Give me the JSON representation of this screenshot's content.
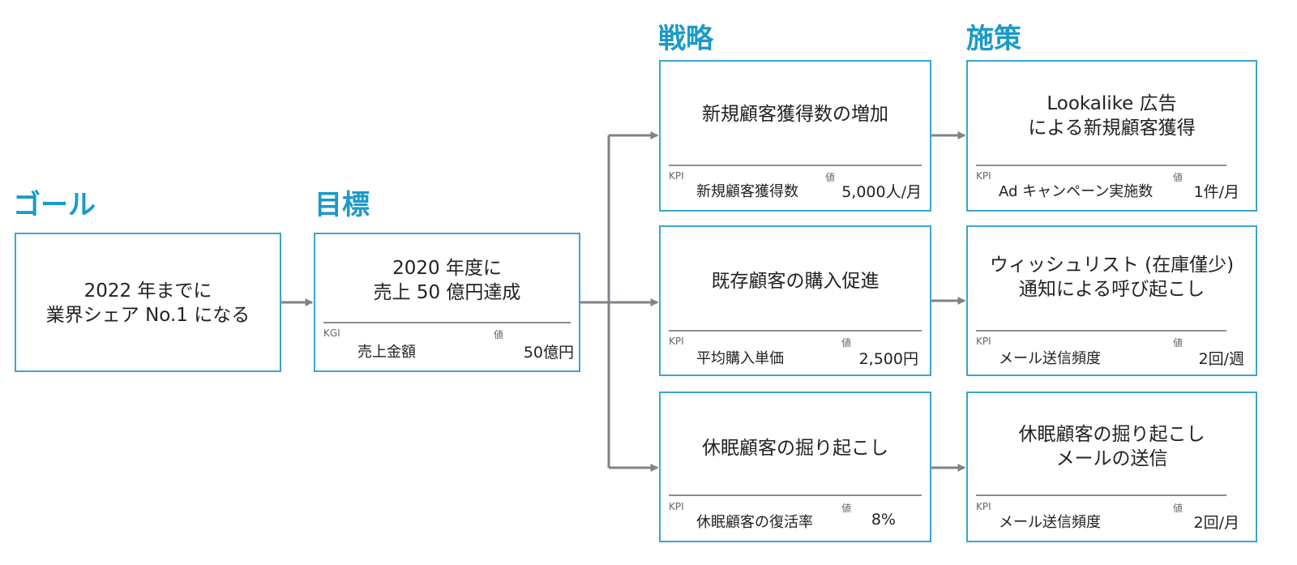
{
  "headings": {
    "goal": "ゴール",
    "target": "目標",
    "strategy": "戦略",
    "tactics": "施策"
  },
  "goal_box": {
    "lines": [
      "2022 年までに",
      "業界シェア No.1 になる"
    ]
  },
  "target_box": {
    "lines": [
      "2020 年度に",
      "売上 50 億円達成"
    ],
    "metric_tag": "KGI",
    "metric_name": "売上金額",
    "value_tag": "値",
    "value": "50億円"
  },
  "strategies": [
    {
      "lines": [
        "新規顧客獲得数の増加"
      ],
      "metric_tag": "KPI",
      "metric_name": "新規顧客獲得数",
      "value_tag": "値",
      "value": "5,000人/月"
    },
    {
      "lines": [
        "既存顧客の購入促進"
      ],
      "metric_tag": "KPI",
      "metric_name": "平均購入単価",
      "value_tag": "値",
      "value": "2,500円"
    },
    {
      "lines": [
        "休眠顧客の掘り起こし"
      ],
      "metric_tag": "KPI",
      "metric_name": "休眠顧客の復活率",
      "value_tag": "値",
      "value": "8%"
    }
  ],
  "tactics": [
    {
      "lines": [
        "Lookalike 広告",
        "による新規顧客獲得"
      ],
      "metric_tag": "KPI",
      "metric_name": "Ad キャンペーン実施数",
      "value_tag": "値",
      "value": "1件/月"
    },
    {
      "lines": [
        "ウィッシュリスト (在庫僅少)",
        "通知による呼び起こし"
      ],
      "metric_tag": "KPI",
      "metric_name": "メール送信頻度",
      "value_tag": "値",
      "value": "2回/週"
    },
    {
      "lines": [
        "休眠顧客の掘り起こし",
        "メールの送信"
      ],
      "metric_tag": "KPI",
      "metric_name": "メール送信頻度",
      "value_tag": "値",
      "value": "2回/月"
    }
  ],
  "colors": {
    "heading": "#1a9ac9",
    "box_border": "#3aa6cc",
    "connector": "#7d8388"
  }
}
